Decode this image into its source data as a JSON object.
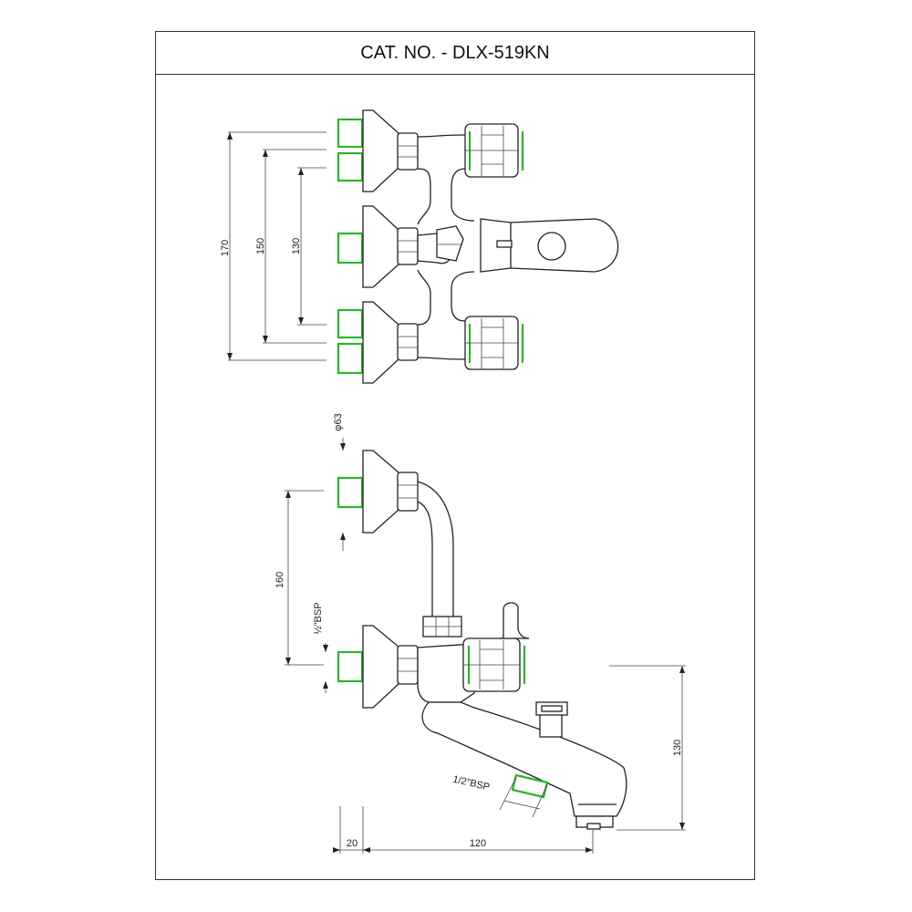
{
  "title": "CAT. NO. - DLX-519KN",
  "dimensions": {
    "top_170": "170",
    "top_150": "150",
    "top_130": "130",
    "dia_63": "φ63",
    "side_160": "160",
    "bsp_side": "½\"BSP",
    "bsp_outlet": "1/2\"BSP",
    "side_130": "130",
    "bottom_20": "20",
    "bottom_120": "120"
  },
  "colors": {
    "thread": "#2bb52b",
    "line": "#222222",
    "frame": "#333333"
  }
}
